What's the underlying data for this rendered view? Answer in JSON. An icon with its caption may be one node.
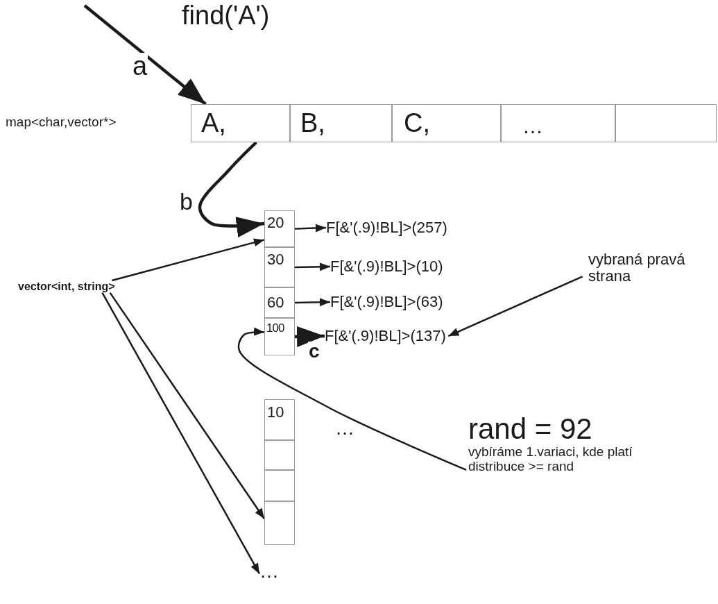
{
  "diagram": {
    "nodes": [
      {
        "text": [
          "A,"
        ]
      },
      {
        "text": [
          "B,"
        ]
      },
      {
        "text": [
          "C,"
        ]
      },
      {
        "text": [
          "…"
        ]
      },
      {
        "text": [],
        "shape": "box"
      },
      {
        "text": [
          "20"
        ]
      },
      {
        "text": [
          "30"
        ]
      },
      {
        "text": [
          "60"
        ]
      },
      {
        "text": [
          "100"
        ]
      },
      {
        "text": [
          "F[&'(.9)!BL]>(257)"
        ]
      },
      {
        "text": [
          "F[&'(.9)!BL]>(10)"
        ]
      },
      {
        "text": [
          "F[&'(.9)!BL]>(63)"
        ]
      },
      {
        "text": [
          "F[&'(.9)!BL]>(137)"
        ]
      },
      {
        "text": [
          "vector<int, string>"
        ]
      },
      {
        "text": [
          "10"
        ]
      },
      {
        "text": [],
        "shape": "box"
      },
      {
        "text": [],
        "shape": "box"
      },
      {
        "text": [],
        "shape": "box"
      },
      {
        "text": [
          "…"
        ]
      },
      {
        "text": [
          "vybraná pravá strana"
        ]
      },
      {
        "text": [
          "rand = 92",
          "vybíráme 1.variaci, kde platí distribuce >= rand"
        ]
      }
    ],
    "edges": [
      {
        "from": null,
        "to": 0,
        "arrow": "to",
        "label": "a",
        "style": "thick"
      },
      {
        "from": 0,
        "to": 5,
        "arrow": "to",
        "label": "b",
        "style": "thick"
      },
      {
        "from": 5,
        "to": 9,
        "arrow": "to"
      },
      {
        "from": 6,
        "to": 10,
        "arrow": "to"
      },
      {
        "from": 7,
        "to": 11,
        "arrow": "to"
      },
      {
        "from": 8,
        "to": 12,
        "arrow": "to",
        "label": "c",
        "style": "thick"
      },
      {
        "from": 13,
        "to": 5,
        "arrow": "to"
      },
      {
        "from": 13,
        "to": 17,
        "arrow": "to"
      },
      {
        "from": 13,
        "to": 18,
        "arrow": "to"
      },
      {
        "from": 19,
        "to": 12,
        "arrow": "to"
      },
      {
        "from": 20,
        "to": 8,
        "arrow": "to"
      }
    ],
    "labels": [
      "find('A')",
      "map<char,vector*>",
      "…"
    ]
  }
}
